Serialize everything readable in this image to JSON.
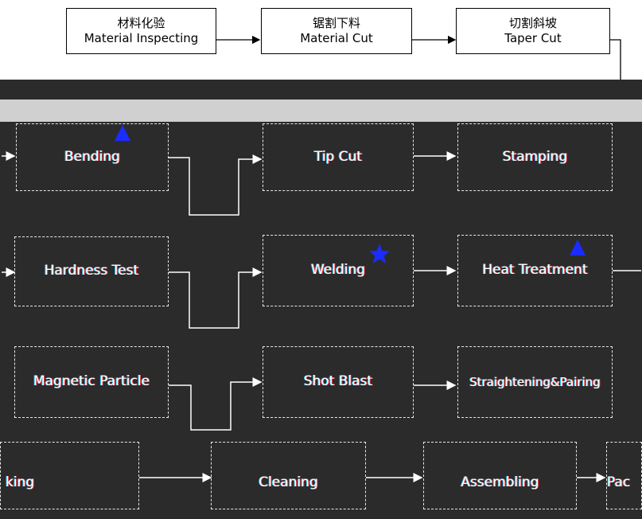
{
  "diagram": {
    "top_row": [
      {
        "cn": "材料化验",
        "en": "Material Inspecting"
      },
      {
        "cn": "锯割下料",
        "en": "Material Cut"
      },
      {
        "cn": "切割斜坡",
        "en": "Taper Cut"
      }
    ],
    "row1": [
      {
        "cn": "",
        "en": "Bending",
        "marker": "triangle"
      },
      {
        "cn": "",
        "en": "Tip Cut"
      },
      {
        "cn": "",
        "en": "Stamping"
      }
    ],
    "row2": [
      {
        "cn": "",
        "en": "Hardness Test"
      },
      {
        "cn": "",
        "en": "Welding",
        "marker": "star"
      },
      {
        "cn": "",
        "en": "Heat Treatment",
        "marker": "triangle"
      }
    ],
    "row3": [
      {
        "cn": "",
        "en": "Magnetic Particle"
      },
      {
        "cn": "",
        "en": "Shot Blast"
      },
      {
        "cn": "",
        "en": "Straightening&Pairing"
      }
    ],
    "row4": [
      {
        "cn": "",
        "en": "king"
      },
      {
        "cn": "",
        "en": "Cleaning"
      },
      {
        "cn": "",
        "en": "Assembling"
      },
      {
        "cn": "",
        "en": "Pac"
      }
    ]
  },
  "colors": {
    "marker_blue": "#1a2cff",
    "top_background": "#ffffff",
    "lower_background": "#2b2b2b"
  }
}
